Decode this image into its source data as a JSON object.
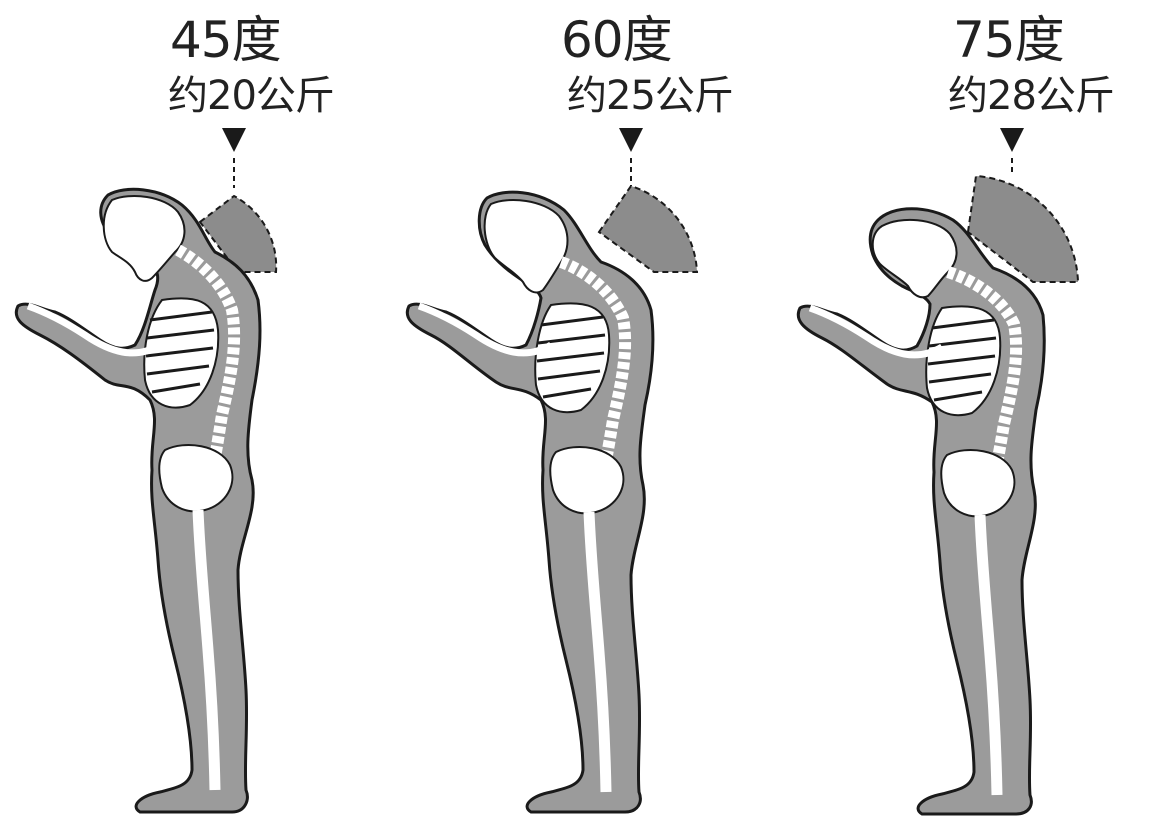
{
  "figures": [
    {
      "angle": "45度",
      "weight": "约20公斤",
      "angle_degrees": 45,
      "load_kg": 20
    },
    {
      "angle": "60度",
      "weight": "约25公斤",
      "angle_degrees": 60,
      "load_kg": 25
    },
    {
      "angle": "75度",
      "weight": "约28公斤",
      "angle_degrees": 75,
      "load_kg": 28
    }
  ],
  "colors": {
    "body_fill": "#9b9b9b",
    "outline": "#1a1a1a",
    "bone": "#ffffff",
    "load_wedge": "#8c8c8c"
  }
}
